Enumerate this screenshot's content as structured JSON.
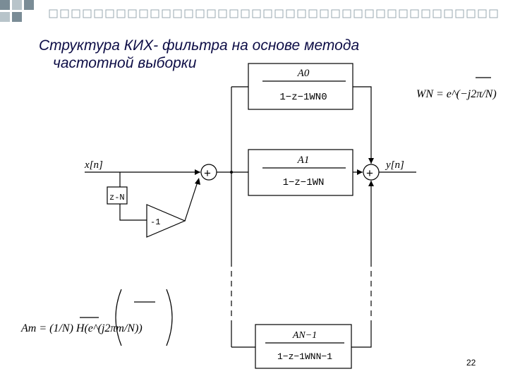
{
  "title": {
    "line1": "Структура КИХ- фильтра на основе метода",
    "line2": "частотной выборки"
  },
  "input_label": "x[n]",
  "output_label": "y[n]",
  "delay_block": "z-N",
  "gain_block": "-1",
  "adder_symbol": "+",
  "branches": [
    {
      "numerator": "A0",
      "denominator": "1−z−1WN0"
    },
    {
      "numerator": "A1",
      "denominator": "1−z−1WN"
    },
    {
      "numerator": "AN−1",
      "denominator": "1−z−1WNN−1"
    }
  ],
  "formula_WN": "WN = e^(−j2π/N)",
  "formula_Am": "Am = (1/N) H(e^(j2πm/N))",
  "page_number": "22",
  "colors": {
    "title": "#0d0d46",
    "deco": "#7a8c96",
    "lines": "#000000"
  }
}
